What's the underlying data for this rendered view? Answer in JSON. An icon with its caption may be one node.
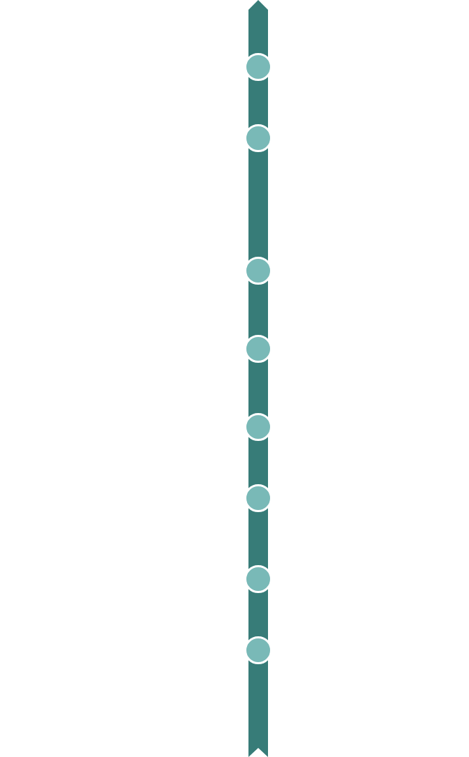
{
  "diagram": {
    "nodes": [
      {
        "text": [],
        "shape": "bar"
      },
      {
        "text": [],
        "shape": "circle"
      },
      {
        "text": [],
        "shape": "circle"
      },
      {
        "text": [],
        "shape": "circle"
      },
      {
        "text": [],
        "shape": "circle"
      },
      {
        "text": [],
        "shape": "circle"
      },
      {
        "text": [],
        "shape": "circle"
      },
      {
        "text": [],
        "shape": "circle"
      },
      {
        "text": [],
        "shape": "circle"
      }
    ]
  }
}
